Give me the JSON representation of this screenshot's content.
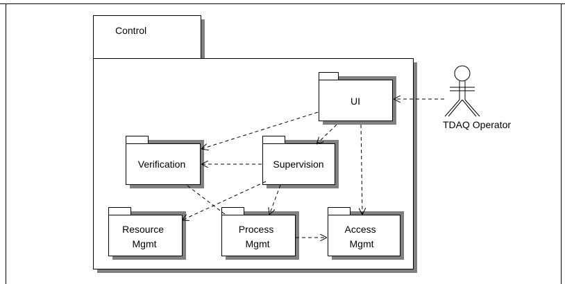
{
  "packages": {
    "control": "Control",
    "ui": "UI",
    "verification": "Verification",
    "supervision": "Supervision",
    "resource": [
      "Resource",
      "Mgmt"
    ],
    "process": [
      "Process",
      "Mgmt"
    ],
    "access": [
      "Access",
      "Mgmt"
    ]
  },
  "actor": {
    "label": "TDAQ Operator"
  }
}
